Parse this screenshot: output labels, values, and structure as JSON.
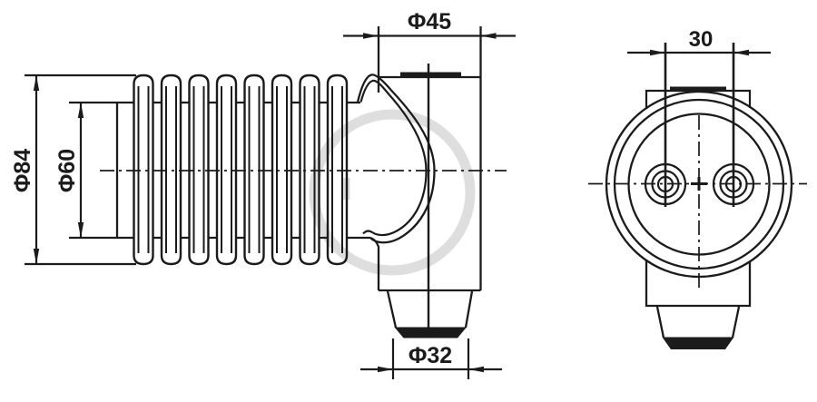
{
  "drawing": {
    "background": "#ffffff",
    "line_color": "#1b1b1b",
    "watermark_color": "#c9c9c9",
    "views": {
      "side_view": {
        "dim_shed_diameter": "Φ84",
        "dim_core_diameter": "Φ60",
        "dim_body_diameter": "Φ45",
        "dim_tail_diameter": "Φ32"
      },
      "end_view": {
        "dim_hole_spacing": "30"
      }
    }
  }
}
